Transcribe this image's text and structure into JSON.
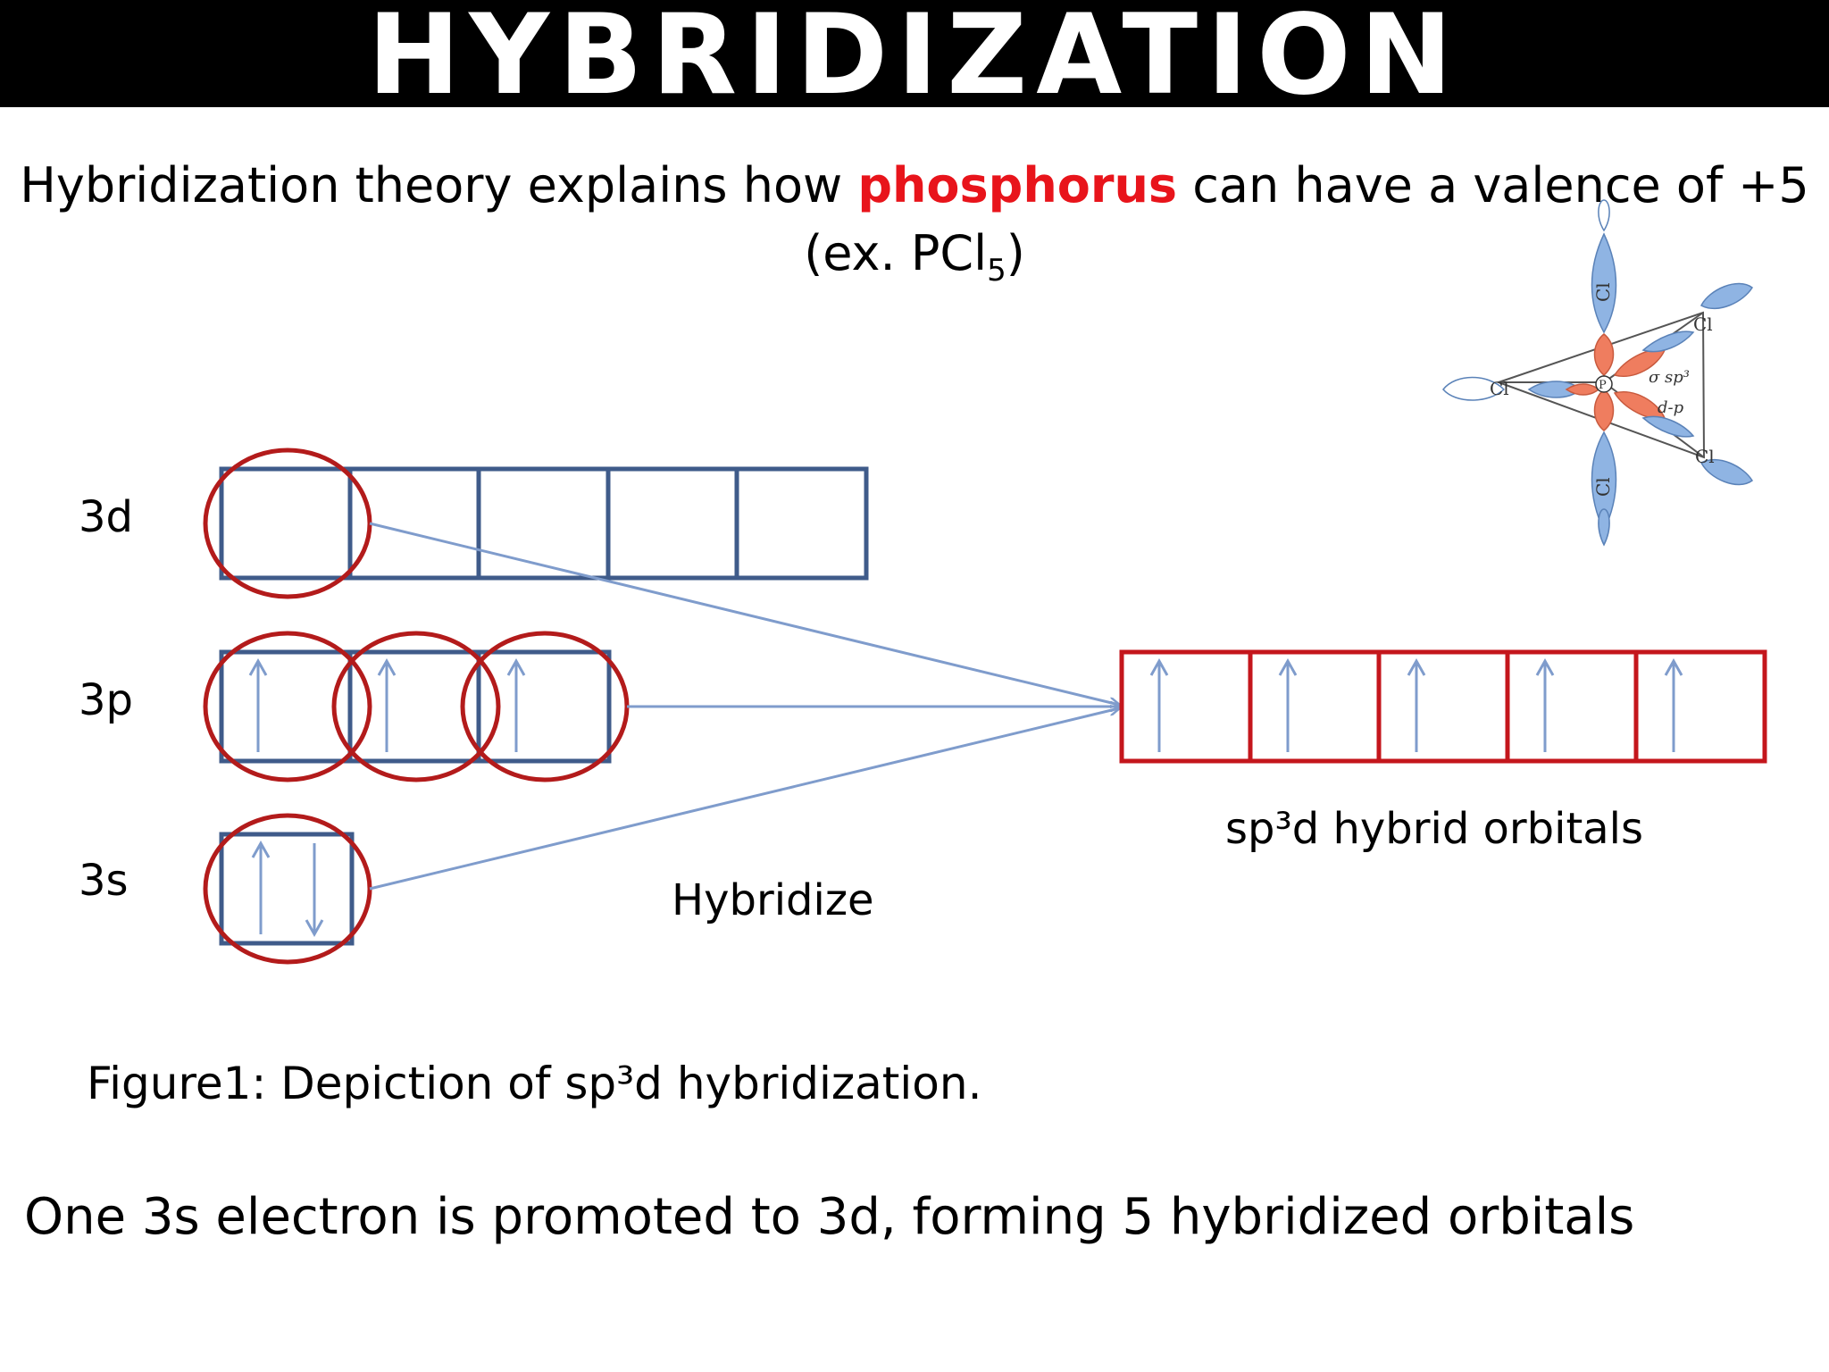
{
  "title": "HYBRIDIZATION",
  "subtitle": {
    "before": "Hybridization theory explains how ",
    "highlight": "phosphorus",
    "after": " can have a valence of +5",
    "line2_before": "(ex. PCl",
    "line2_sub": "5",
    "line2_after": ")"
  },
  "diagram": {
    "level_3d": "3d",
    "level_3p": "3p",
    "level_3s": "3s",
    "hybridize_label": "Hybridize",
    "hybrid_orbitals_label": "sp³d hybrid orbitals",
    "figure_caption": "Figure1: Depiction of sp³d hybridization."
  },
  "molecule": {
    "cl_label": "Cl",
    "p_label": "P",
    "bond_label_1": "σ sp³",
    "bond_label_2": "d-p"
  },
  "bottom_text": "One 3s electron is promoted to 3d, forming 5 hybridized orbitals",
  "colors": {
    "box_blue": "#3f5b8a",
    "circle_red": "#b31b1b",
    "arrow_blue": "#7f9ccc",
    "hybrid_red": "#c4161c",
    "highlight_red": "#e8141b",
    "lobe_blue": "#8fb4e3",
    "lobe_orange": "#ef7d5f"
  }
}
